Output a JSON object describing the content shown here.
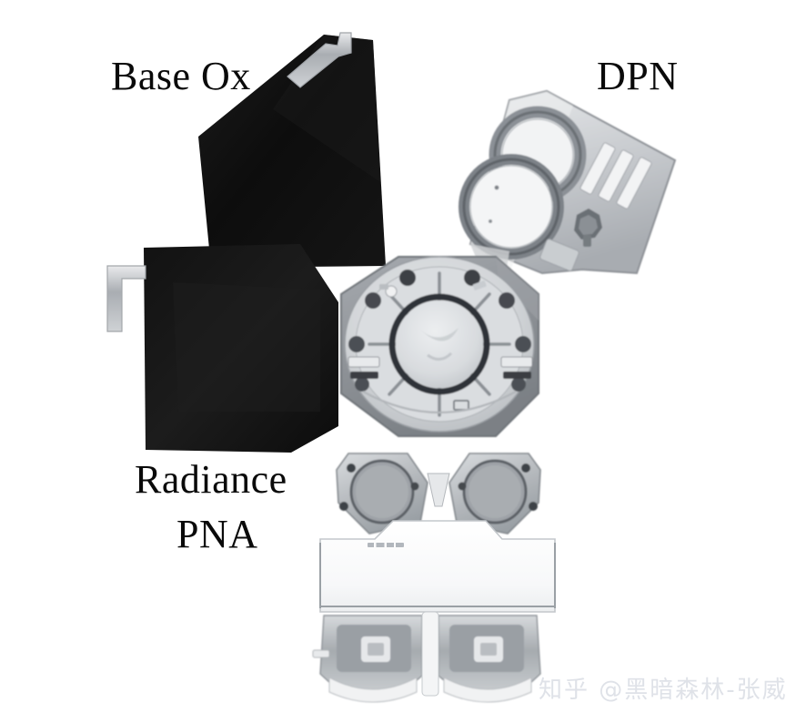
{
  "figure": {
    "kind": "semiconductor-cluster-tool-top-view",
    "background_color": "#ffffff"
  },
  "labels": {
    "base_ox": "Base Ox",
    "dpn": "DPN",
    "radiance": "Radiance",
    "pna": "PNA"
  },
  "watermark": {
    "text": "知乎 @黑暗森林-张威",
    "color": "#dfe2e8"
  },
  "colors": {
    "chamber_black": "#111111",
    "body_gray": "#8e9196",
    "deck_light": "#d6d8da",
    "metal_mid": "#b9bcc0",
    "metal_dark": "#5d6166",
    "outline": "#6f7479",
    "white_body": "#fbfbfc"
  },
  "modules": [
    {
      "name": "base-ox-upper",
      "label_ref": "base_ox",
      "type": "masked-chamber",
      "fill": "#111111"
    },
    {
      "name": "base-ox-lower",
      "label_ref": "base_ox",
      "type": "masked-chamber",
      "fill": "#141414"
    },
    {
      "name": "dpn-module",
      "label_ref": "dpn",
      "type": "dual-chamber-block",
      "chambers": 2
    },
    {
      "name": "transfer-chamber",
      "type": "octagonal-mainframe",
      "ports": 8
    },
    {
      "name": "load-lock-left",
      "type": "load-lock"
    },
    {
      "name": "load-lock-right",
      "type": "load-lock"
    },
    {
      "name": "efem",
      "type": "factory-interface"
    },
    {
      "name": "load-port-left",
      "type": "foup-load-port"
    },
    {
      "name": "load-port-right",
      "type": "foup-load-port"
    }
  ]
}
